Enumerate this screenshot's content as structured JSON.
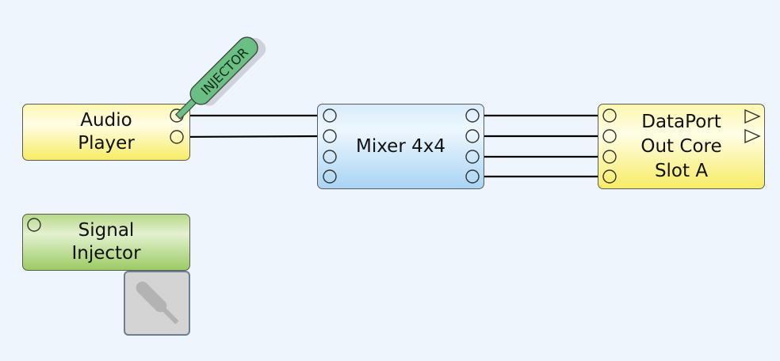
{
  "nodes": {
    "audio_player": {
      "label": "Audio\nPlayer",
      "outputs": 2,
      "color": "#f7ec66"
    },
    "mixer": {
      "label": "Mixer 4x4",
      "inputs": 4,
      "outputs": 4,
      "color": "#a9d4f4"
    },
    "dataport": {
      "label": "DataPort\nOut Core\nSlot A",
      "inputs": 4,
      "outputs": 2,
      "color": "#f7ec66"
    },
    "signal_injector": {
      "label": "Signal\nInjector",
      "ports": 1,
      "color": "#9ccb63"
    }
  },
  "connections": [
    {
      "from": "audio_player.out1",
      "to": "mixer.in1"
    },
    {
      "from": "audio_player.out2",
      "to": "mixer.in2"
    },
    {
      "from": "mixer.out1",
      "to": "dataport.in1"
    },
    {
      "from": "mixer.out2",
      "to": "dataport.in2"
    },
    {
      "from": "mixer.out3",
      "to": "dataport.in3"
    },
    {
      "from": "mixer.out4",
      "to": "dataport.in4"
    }
  ],
  "probe": {
    "label": "INJECTOR",
    "attached_to": "audio_player.out1",
    "color": "#6cbf84"
  },
  "tile": {
    "icon": "injector-probe-icon"
  }
}
